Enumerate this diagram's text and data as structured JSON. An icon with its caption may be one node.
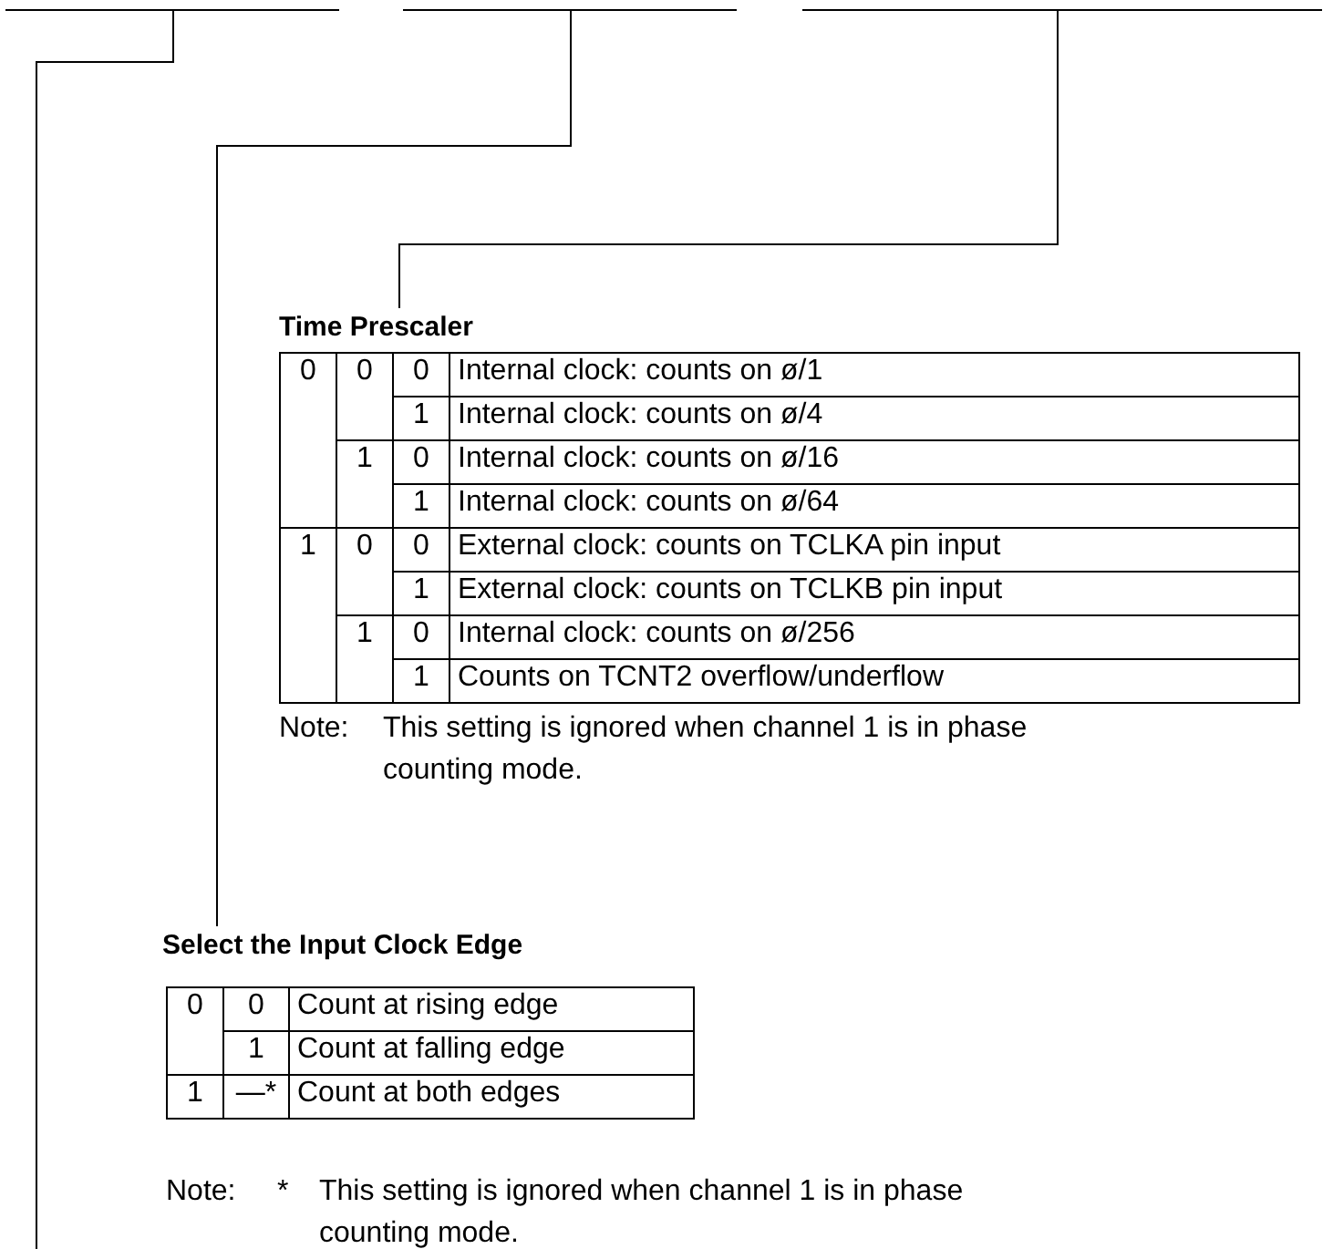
{
  "diagram": {
    "nodes": [
      {
        "text": [],
        "shape": "bar"
      },
      {
        "text": [],
        "shape": "bar"
      },
      {
        "text": [],
        "shape": "bar"
      },
      {
        "text": [
          "Time Prescaler"
        ]
      },
      {
        "text": [
          "Select the Input Clock Edge"
        ]
      }
    ],
    "edges": [
      {
        "from": 0,
        "to": null,
        "arrow": "none"
      },
      {
        "from": 1,
        "to": 4,
        "arrow": "none"
      },
      {
        "from": 2,
        "to": 3,
        "arrow": "none"
      }
    ],
    "labels": [
      "0",
      "0",
      "0",
      "Internal clock: counts on ø/1",
      "1",
      "Internal clock: counts on ø/4",
      "1",
      "0",
      "Internal clock: counts on ø/16",
      "1",
      "Internal clock: counts on ø/64",
      "1",
      "0",
      "0",
      "External clock: counts on TCLKA pin input",
      "1",
      "External clock: counts on TCLKB pin input",
      "1",
      "0",
      "Internal clock: counts on ø/256",
      "1",
      "Counts on TCNT2 overflow/underflow",
      "Note:",
      "This setting is ignored when channel 1 is in phase counting mode.",
      "0",
      "0",
      "Count at rising edge",
      "1",
      "Count at falling edge",
      "1",
      "—*",
      "Count at both edges",
      "Note:",
      "*",
      "This setting is ignored when channel 1 is in phase counting mode."
    ]
  }
}
